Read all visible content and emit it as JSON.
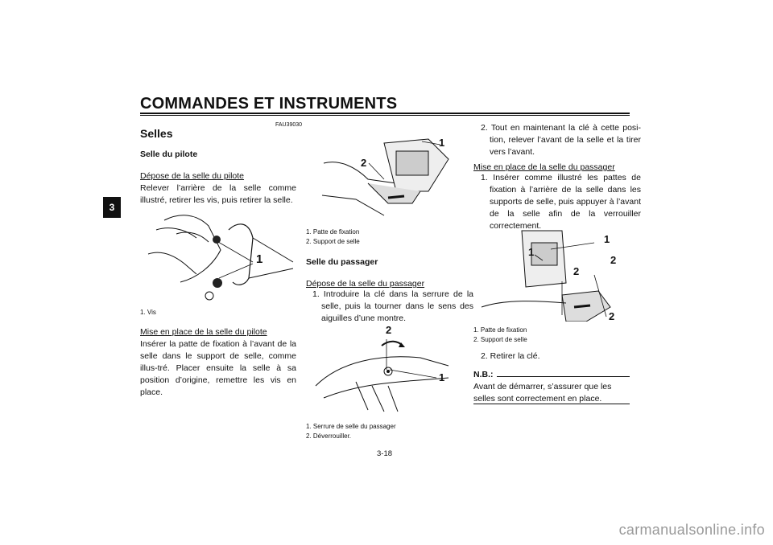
{
  "header": {
    "title": "COMMANDES ET INSTRUMENTS",
    "chapter": "3"
  },
  "ref_code": "FAU39030",
  "section_title": "Selles",
  "col1": {
    "subtitle": "Selle du pilote",
    "removal_heading": "Dépose de la selle du pilote",
    "removal_text": "Relever l’arrière de la selle comme illustré, retirer les vis, puis retirer la selle.",
    "fig_callout": "1",
    "fig_caption": "1.  Vis",
    "install_heading": "Mise en place de la selle du pilote",
    "install_text": "Insérer la patte de fixation à l’avant de la selle dans le support de selle, comme illus-tré. Placer ensuite la selle à sa position d’origine, remettre les vis en place."
  },
  "col2": {
    "fig1_callouts": [
      "1",
      "2"
    ],
    "fig1_captions": [
      "1.  Patte de fixation",
      "2.  Support de selle"
    ],
    "subtitle": "Selle du passager",
    "removal_heading": "Dépose de la selle du passager",
    "steps": [
      "1.  Introduire la clé dans la serrure de la selle, puis la tourner dans le sens des aiguilles d’une montre."
    ],
    "fig2_callouts": [
      "2",
      "1"
    ],
    "fig2_captions": [
      "1.  Serrure de selle du passager",
      "2.  Déverrouiller."
    ]
  },
  "col3": {
    "step2": "2.  Tout en maintenant la clé à cette posi-tion, relever l’avant de la selle et la tirer vers l’avant.",
    "install_heading": "Mise en place de la selle du passager",
    "install_step": "1.  Insérer comme illustré les pattes de fixation à l’arrière de la selle dans les supports de selle, puis appuyer à l’avant de la selle afin de la verrouiller correctement.",
    "fig_callouts": [
      "1",
      "1",
      "2",
      "2",
      "2"
    ],
    "fig_captions": [
      "1.  Patte de fixation",
      "2.  Support de selle"
    ],
    "step_remove_key": "2.  Retirer la clé.",
    "nb_label": "N.B.:",
    "nb_text": "Avant de démarrer, s’assurer que les selles sont correctement en place."
  },
  "page_number": "3-18",
  "watermark": "carmanualsonline.info"
}
